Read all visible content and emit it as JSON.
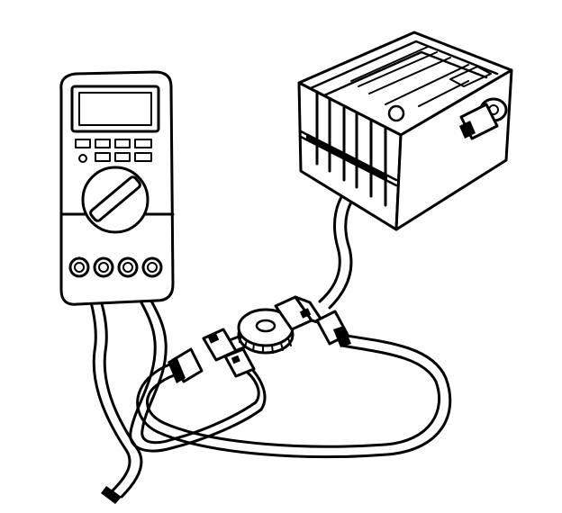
{
  "figure": {
    "components": [
      {
        "id": "multimeter",
        "parts": [
          "display",
          "function-buttons",
          "rotary-selector",
          "input-jacks"
        ]
      },
      {
        "id": "battery",
        "parts": [
          "case",
          "top-cover",
          "terminal-post",
          "clamp"
        ]
      },
      {
        "id": "test-harness",
        "parts": [
          "inline-connector",
          "thumbwheel",
          "crimp-connector",
          "boot"
        ]
      }
    ],
    "colors": {
      "ink": "#000000",
      "paper": "#ffffff"
    }
  }
}
